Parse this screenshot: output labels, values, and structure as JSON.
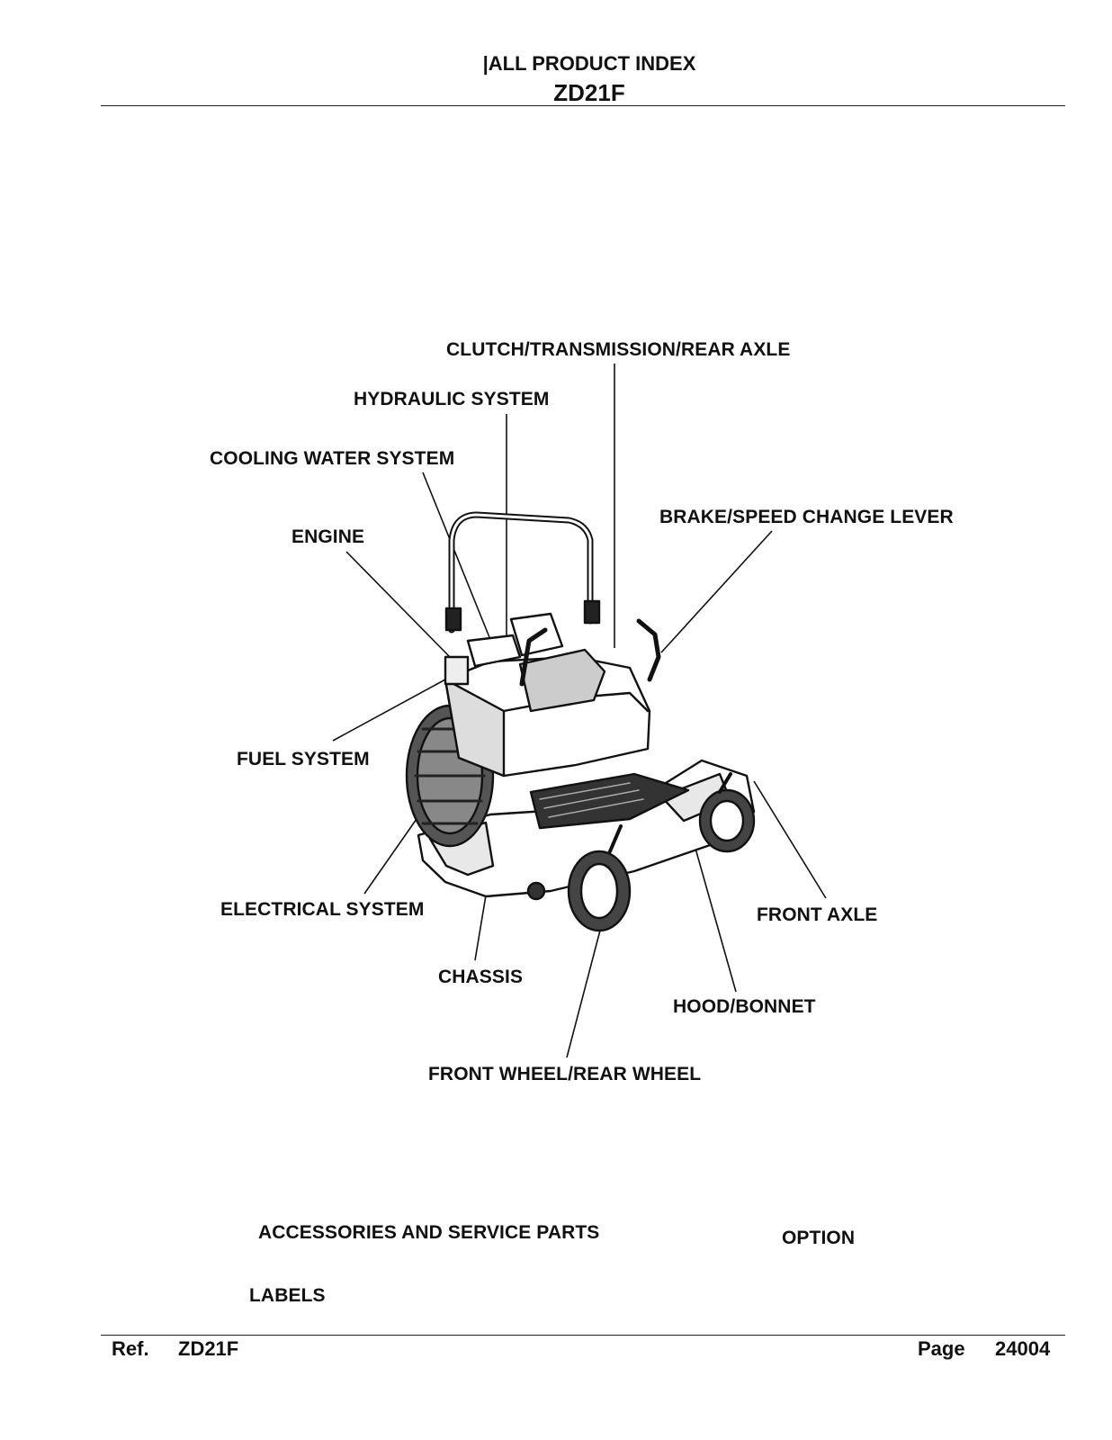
{
  "header": {
    "title": "|ALL PRODUCT INDEX",
    "model": "ZD21F"
  },
  "index_labels": {
    "clutch": "CLUTCH/TRANSMISSION/REAR AXLE",
    "hydraulic": "HYDRAULIC SYSTEM",
    "cooling": "COOLING WATER SYSTEM",
    "brake": "BRAKE/SPEED CHANGE LEVER",
    "engine": "ENGINE",
    "fuel": "FUEL SYSTEM",
    "electrical": "ELECTRICAL SYSTEM",
    "front_axle": "FRONT AXLE",
    "chassis": "CHASSIS",
    "hood": "HOOD/BONNET",
    "wheels": "FRONT WHEEL/REAR WHEEL",
    "accessories": "ACCESSORIES AND SERVICE PARTS",
    "option": "OPTION",
    "labels": "LABELS"
  },
  "footer": {
    "ref_label": "Ref.",
    "ref_model": "ZD21F",
    "page_label": "Page",
    "page_number": "24004"
  }
}
